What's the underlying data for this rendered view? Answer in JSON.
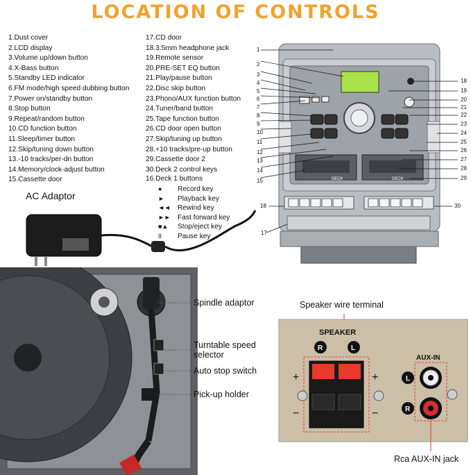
{
  "title": "LOCATION OF CONTROLS",
  "controls_left": [
    "1.Dust cover",
    "2.LCD display",
    "3.Volume up/down button",
    "4.X-Bass button",
    "5.Standby LED indicator",
    "6.FM mode/high speed dubbing button",
    "7.Power on/standby button",
    "8.Stop button",
    "9.Repeat/random button",
    "10.CD function button",
    "11.Sleep/timer button",
    "12.Skip/tuning down button",
    "13.-10 tracks/per-dn button",
    "14.Memory/clock-adjust button",
    "15.Cassette door"
  ],
  "controls_right": [
    "17.CD door",
    "18.3.5mm headphone jack",
    "19.Remote sensor",
    "20.PRE-SET EQ button",
    "21.Play/pause button",
    "22.Disc skip button",
    "23.Phono/AUX function button",
    "24.Tuner/band button",
    "25.Tape function button",
    "26.CD door open button",
    "27.Skip/tuning up button",
    "28.+10 tracks/pre-up button",
    "29.Cassette door 2",
    "30.Deck 2 control keys"
  ],
  "deck1": {
    "heading": "16.Deck 1 buttons",
    "keys": [
      {
        "symbol": "●",
        "label": "Record key"
      },
      {
        "symbol": "►",
        "label": "Playback key"
      },
      {
        "symbol": "◄◄",
        "label": "Rewind key"
      },
      {
        "symbol": "►►",
        "label": "Fast forward key"
      },
      {
        "symbol": "■▲",
        "label": "Stop/eject key"
      },
      {
        "symbol": "II",
        "label": "Pause key"
      }
    ]
  },
  "callout_numbers_left": [
    "1",
    "2",
    "3",
    "4",
    "5",
    "6",
    "7",
    "8",
    "9",
    "10",
    "11",
    "12",
    "13",
    "14",
    "15"
  ],
  "callout_numbers_right": [
    "18",
    "19",
    "20",
    "21",
    "22",
    "23",
    "24",
    "25",
    "26",
    "27",
    "28",
    "29"
  ],
  "callout_number_17": "17",
  "callout_number_18b": "18",
  "callout_number_30": "30",
  "ac_adaptor": "AC Adaptor",
  "turntable": {
    "spindle": "Spindle adaptor",
    "speed": "Turntable speed selector",
    "speed_line1": "Turntable speed",
    "speed_line2": "selector",
    "autostop": "Auto stop switch",
    "pickup": "Pick-up holder"
  },
  "rear": {
    "speaker_terminal": "Speaker wire terminal",
    "speaker": "SPEAKER",
    "aux_in": "AUX-IN",
    "r": "R",
    "l": "L",
    "plus": "+",
    "minus": "−",
    "rca": "Rca AUX-IN jack"
  },
  "deck_labels": {
    "deck1": "DECK",
    "deck2": "DECK"
  },
  "colors": {
    "title": "#f3a12b",
    "dashed": "#e53935",
    "red_terminal": "#e8392d"
  }
}
